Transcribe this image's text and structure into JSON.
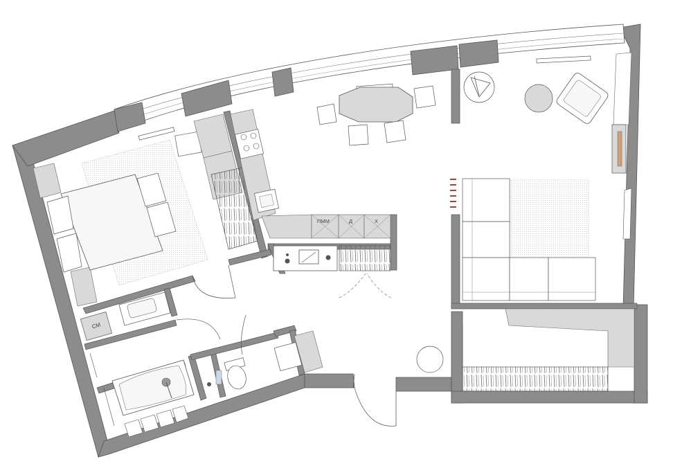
{
  "plan": {
    "appliance_labels": {
      "washing_machine": "СМ",
      "dishwasher": "ПММ",
      "cabinet_d": "Д",
      "fridge": "Х"
    },
    "colors": {
      "wall": "#8c8c8c",
      "wall_dark": "#707070",
      "built_in": "#d9d9d9",
      "furniture_fill": "#f7f7f7",
      "rug_hatch": "#c8c8c8",
      "line": "#555555",
      "fireplace": "#c8a080"
    }
  }
}
